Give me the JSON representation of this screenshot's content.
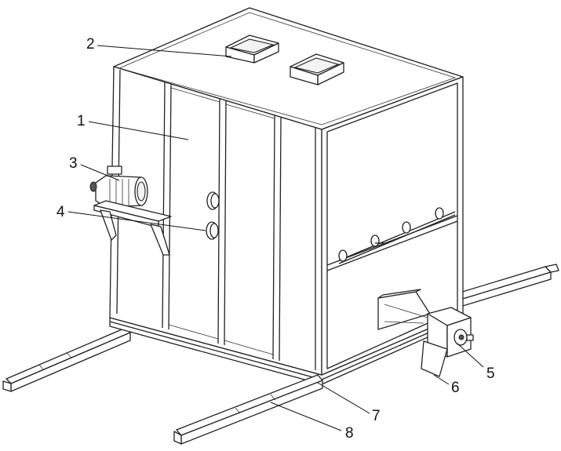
{
  "callouts": [
    {
      "id": "1",
      "text": "1"
    },
    {
      "id": "2",
      "text": "2"
    },
    {
      "id": "3",
      "text": "3"
    },
    {
      "id": "4",
      "text": "4"
    },
    {
      "id": "5",
      "text": "5"
    },
    {
      "id": "6",
      "text": "6"
    },
    {
      "id": "7",
      "text": "7"
    },
    {
      "id": "8",
      "text": "8"
    }
  ],
  "colors": {
    "line": "#222222",
    "background": "#ffffff"
  }
}
